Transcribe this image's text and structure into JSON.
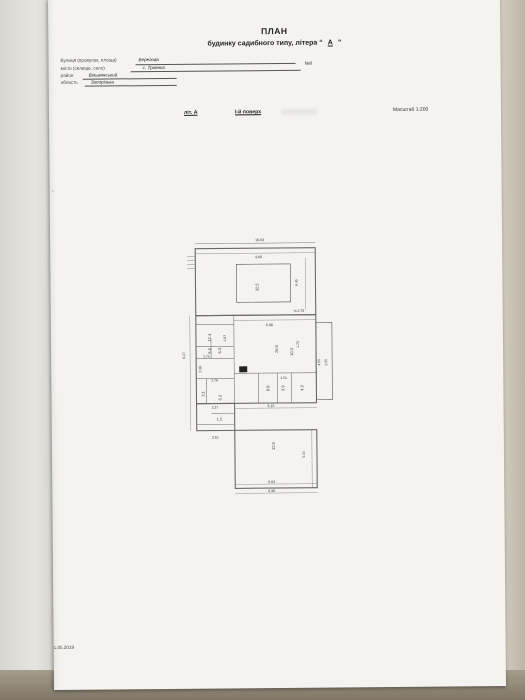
{
  "document": {
    "title": "ПЛАН",
    "subtitle_prefix": "будинку садибного типу, літера “",
    "subtitle_letter": "А",
    "subtitle_suffix": "”",
    "fields": [
      {
        "label": "Вулиця (провулок, площа)",
        "value": "Берегова",
        "number_label": "№8"
      },
      {
        "label": "місто (селище, село)",
        "value": "с. Троянка"
      },
      {
        "label": "район",
        "value": "Вільнянський"
      },
      {
        "label": "область",
        "value": "Запорізька"
      }
    ],
    "lit_label": "літ. А",
    "floor_label": "І-й поверх",
    "scale_label": "Масштаб 1:200",
    "date": "1.05.2019"
  },
  "plan": {
    "room_labels": [
      "32.5",
      "25.9",
      "10.3",
      "12.4",
      "5.6",
      "5.3",
      "6.3",
      "8.8",
      "3.9",
      "4.3",
      "3.1",
      "1.5",
      "12.9"
    ],
    "dimensions": [
      "10.03",
      "9.60",
      "6.08",
      "5.16",
      "6.90",
      "6.04",
      "9.27",
      "2.76",
      "2.37",
      "1.75",
      "3.10",
      "5.00",
      "6.45",
      "2.55",
      "4.55",
      "h=2.70",
      "1.87",
      "1.73",
      "2.38",
      "1.51"
    ]
  }
}
